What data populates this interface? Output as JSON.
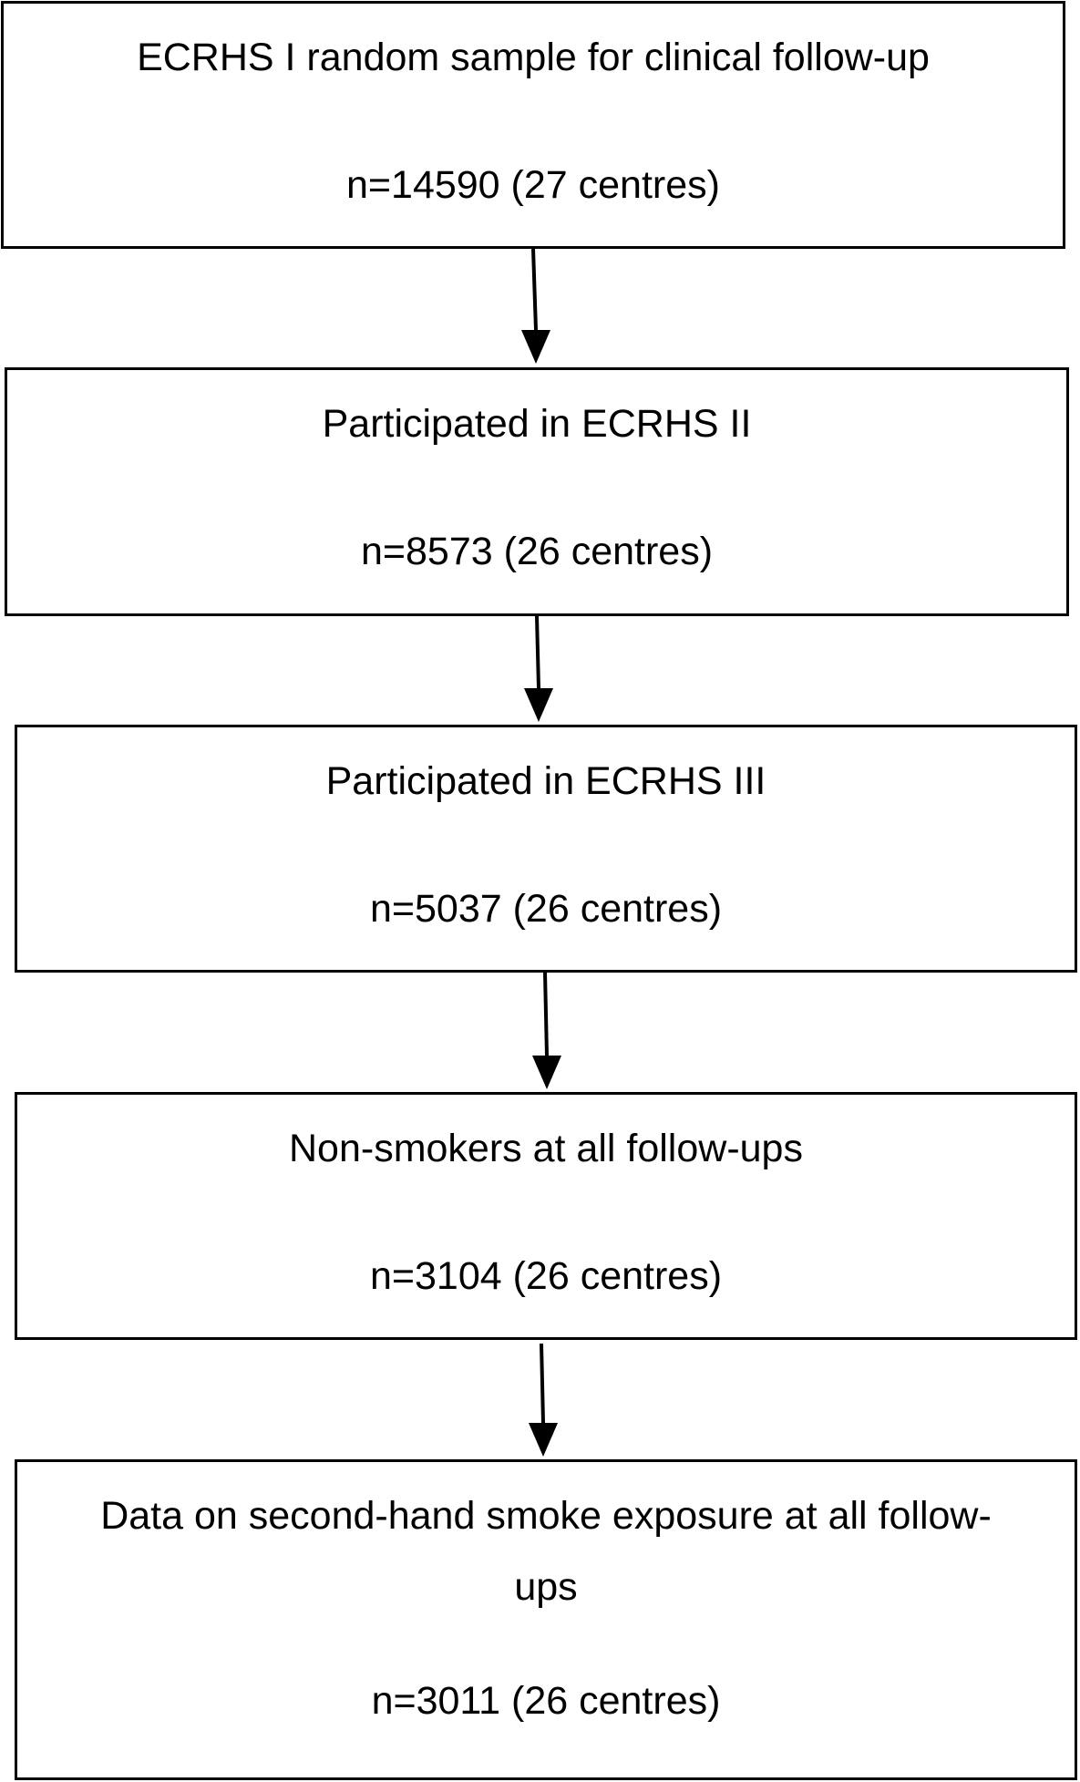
{
  "flowchart": {
    "steps": [
      {
        "label": "ECRHS I random sample for clinical follow-up",
        "count": "n=14590 (27 centres)"
      },
      {
        "label": "Participated in ECRHS II",
        "count": "n=8573 (26 centres)"
      },
      {
        "label": "Participated in ECRHS III",
        "count": "n=5037 (26 centres)"
      },
      {
        "label": "Non-smokers at all follow-ups",
        "count": "n=3104 (26 centres)"
      },
      {
        "label": "Data on second-hand smoke exposure at all follow-ups",
        "count": "n=3011 (26 centres)"
      }
    ],
    "colors": {
      "border": "#000000",
      "arrow": "#000000",
      "background": "#ffffff"
    }
  }
}
